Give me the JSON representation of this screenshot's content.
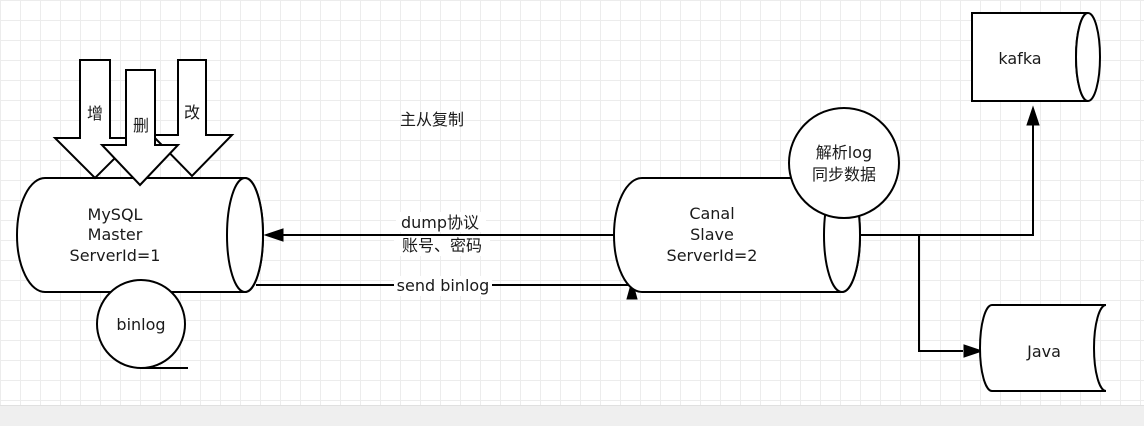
{
  "diagram": {
    "title": "主从复制",
    "mysql": {
      "line1": "MySQL",
      "line2": "Master",
      "line3": "ServerId=1"
    },
    "binlog": "binlog",
    "ops": {
      "insert": "增",
      "delete": "删",
      "update": "改"
    },
    "canal": {
      "line1": "Canal",
      "line2": "Slave",
      "line3": "ServerId=2"
    },
    "parse": {
      "line1": "解析log",
      "line2": "同步数据"
    },
    "edges": {
      "dump_line1": "dump协议",
      "dump_line2": "账号、密码",
      "send_binlog": "send binlog"
    },
    "kafka": "kafka",
    "java": "Java"
  }
}
